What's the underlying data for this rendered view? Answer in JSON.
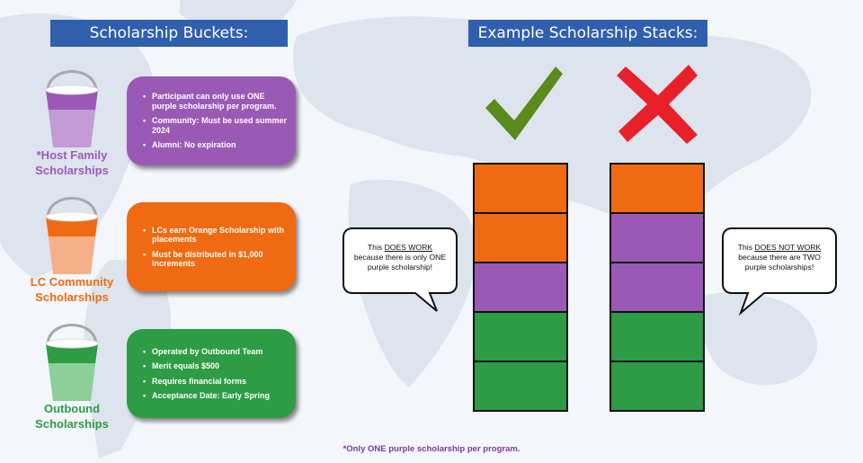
{
  "headers": {
    "buckets": "Scholarship Buckets:",
    "stacks": "Example Scholarship Stacks:"
  },
  "buckets": [
    {
      "label_line1": "*Host Family",
      "label_line2": "Scholarships",
      "color": "#9b59b6",
      "items": [
        "Participant can only use ONE purple scholarship per program.",
        "Community: Must be used summer 2024",
        "Alumni: No expiration"
      ]
    },
    {
      "label_line1": "LC Community",
      "label_line2": "Scholarships",
      "color": "#ef6a12",
      "items": [
        "LCs earn Orange Scholarship with placements",
        "Must be distributed in $1,000 increments"
      ]
    },
    {
      "label_line1": "Outbound",
      "label_line2": "Scholarships",
      "color": "#2e9b45",
      "items": [
        "Operated by Outbound Team",
        "Merit equals $500",
        "Requires financial forms",
        "Acceptance Date: Early Spring"
      ]
    }
  ],
  "stacks": {
    "good": {
      "mark_icon": "checkmark-icon",
      "blocks": [
        "orange",
        "orange",
        "purple",
        "green",
        "green"
      ],
      "bubble": {
        "pre": "This ",
        "emphasis": "DOES WORK",
        "line2": "because there is only ONE",
        "line3": "purple scholarship!"
      }
    },
    "bad": {
      "mark_icon": "x-mark-icon",
      "blocks": [
        "orange",
        "purple",
        "purple",
        "green",
        "green"
      ],
      "bubble": {
        "pre": "This ",
        "emphasis": "DOES NOT WORK",
        "line2": "because there are TWO",
        "line3": "purple scholarships!"
      }
    }
  },
  "footnote": "*Only ONE purple scholarship per program."
}
